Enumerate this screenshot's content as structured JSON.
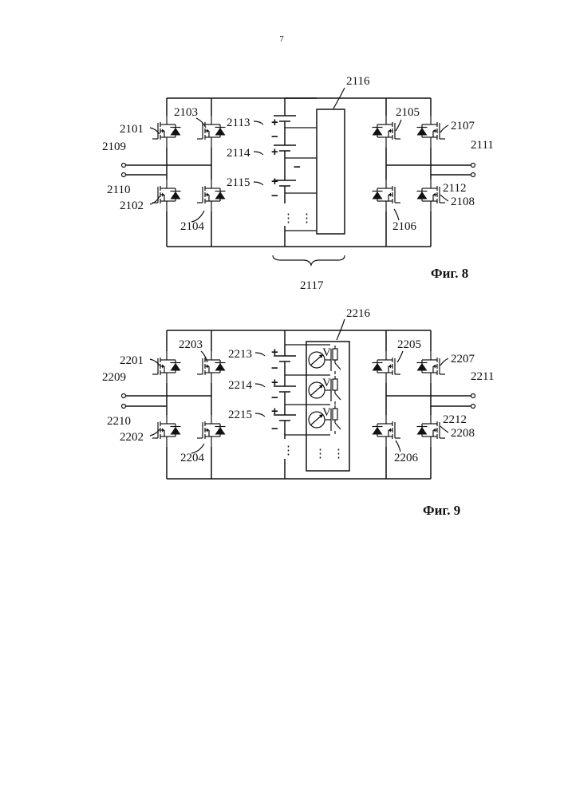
{
  "page_number": "7",
  "fig8": {
    "caption": "Фиг. 8",
    "labels": {
      "l2101": "2101",
      "l2102": "2102",
      "l2103": "2103",
      "l2104": "2104",
      "l2105": "2105",
      "l2106": "2106",
      "l2107": "2107",
      "l2108": "2108",
      "l2109": "2109",
      "l2110": "2110",
      "l2111": "2111",
      "l2112": "2112",
      "l2113": "2113",
      "l2114": "2114",
      "l2115": "2115",
      "l2116": "2116",
      "l2117": "2117"
    }
  },
  "fig9": {
    "caption": "Фиг. 9",
    "voltmeter_symbol": "V",
    "labels": {
      "l2201": "2201",
      "l2202": "2202",
      "l2203": "2203",
      "l2204": "2204",
      "l2205": "2205",
      "l2206": "2206",
      "l2207": "2207",
      "l2208": "2208",
      "l2209": "2209",
      "l2210": "2210",
      "l2211": "2211",
      "l2212": "2212",
      "l2213": "2213",
      "l2214": "2214",
      "l2215": "2215",
      "l2216": "2216"
    }
  },
  "polarity": {
    "plus": "+",
    "minus": "−"
  },
  "ellipsis": "⋮"
}
